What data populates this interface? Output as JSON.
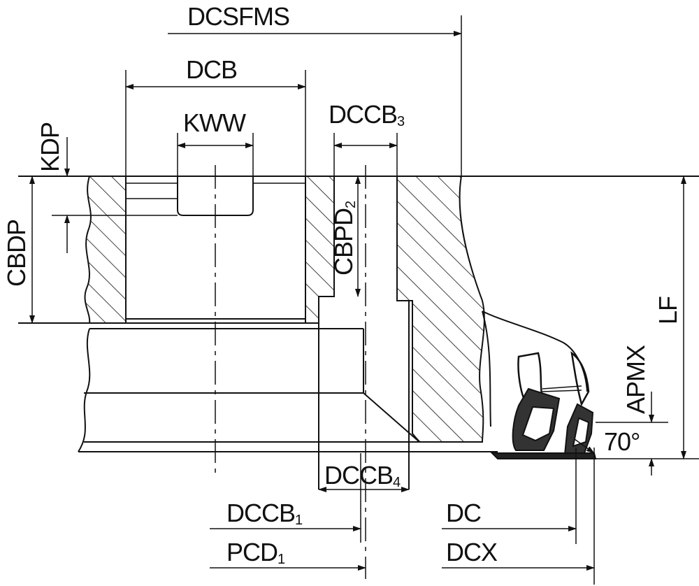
{
  "labels": {
    "dcsfms": "DCSFMS",
    "dcb": "DCB",
    "kww": "KWW",
    "dccb3_main": "DCCB",
    "dccb3_sub": "3",
    "kdp": "KDP",
    "cbdp": "CBDP",
    "cbpd2_main": "CBPD",
    "cbpd2_sub": "2",
    "lf": "LF",
    "apmx": "APMX",
    "angle": "70°",
    "dccb4_main": "DCCB",
    "dccb4_sub": "4",
    "dccb1_main": "DCCB",
    "dccb1_sub": "1",
    "pcd1_main": "PCD",
    "pcd1_sub": "1",
    "dc": "DC",
    "dcx": "DCX"
  }
}
